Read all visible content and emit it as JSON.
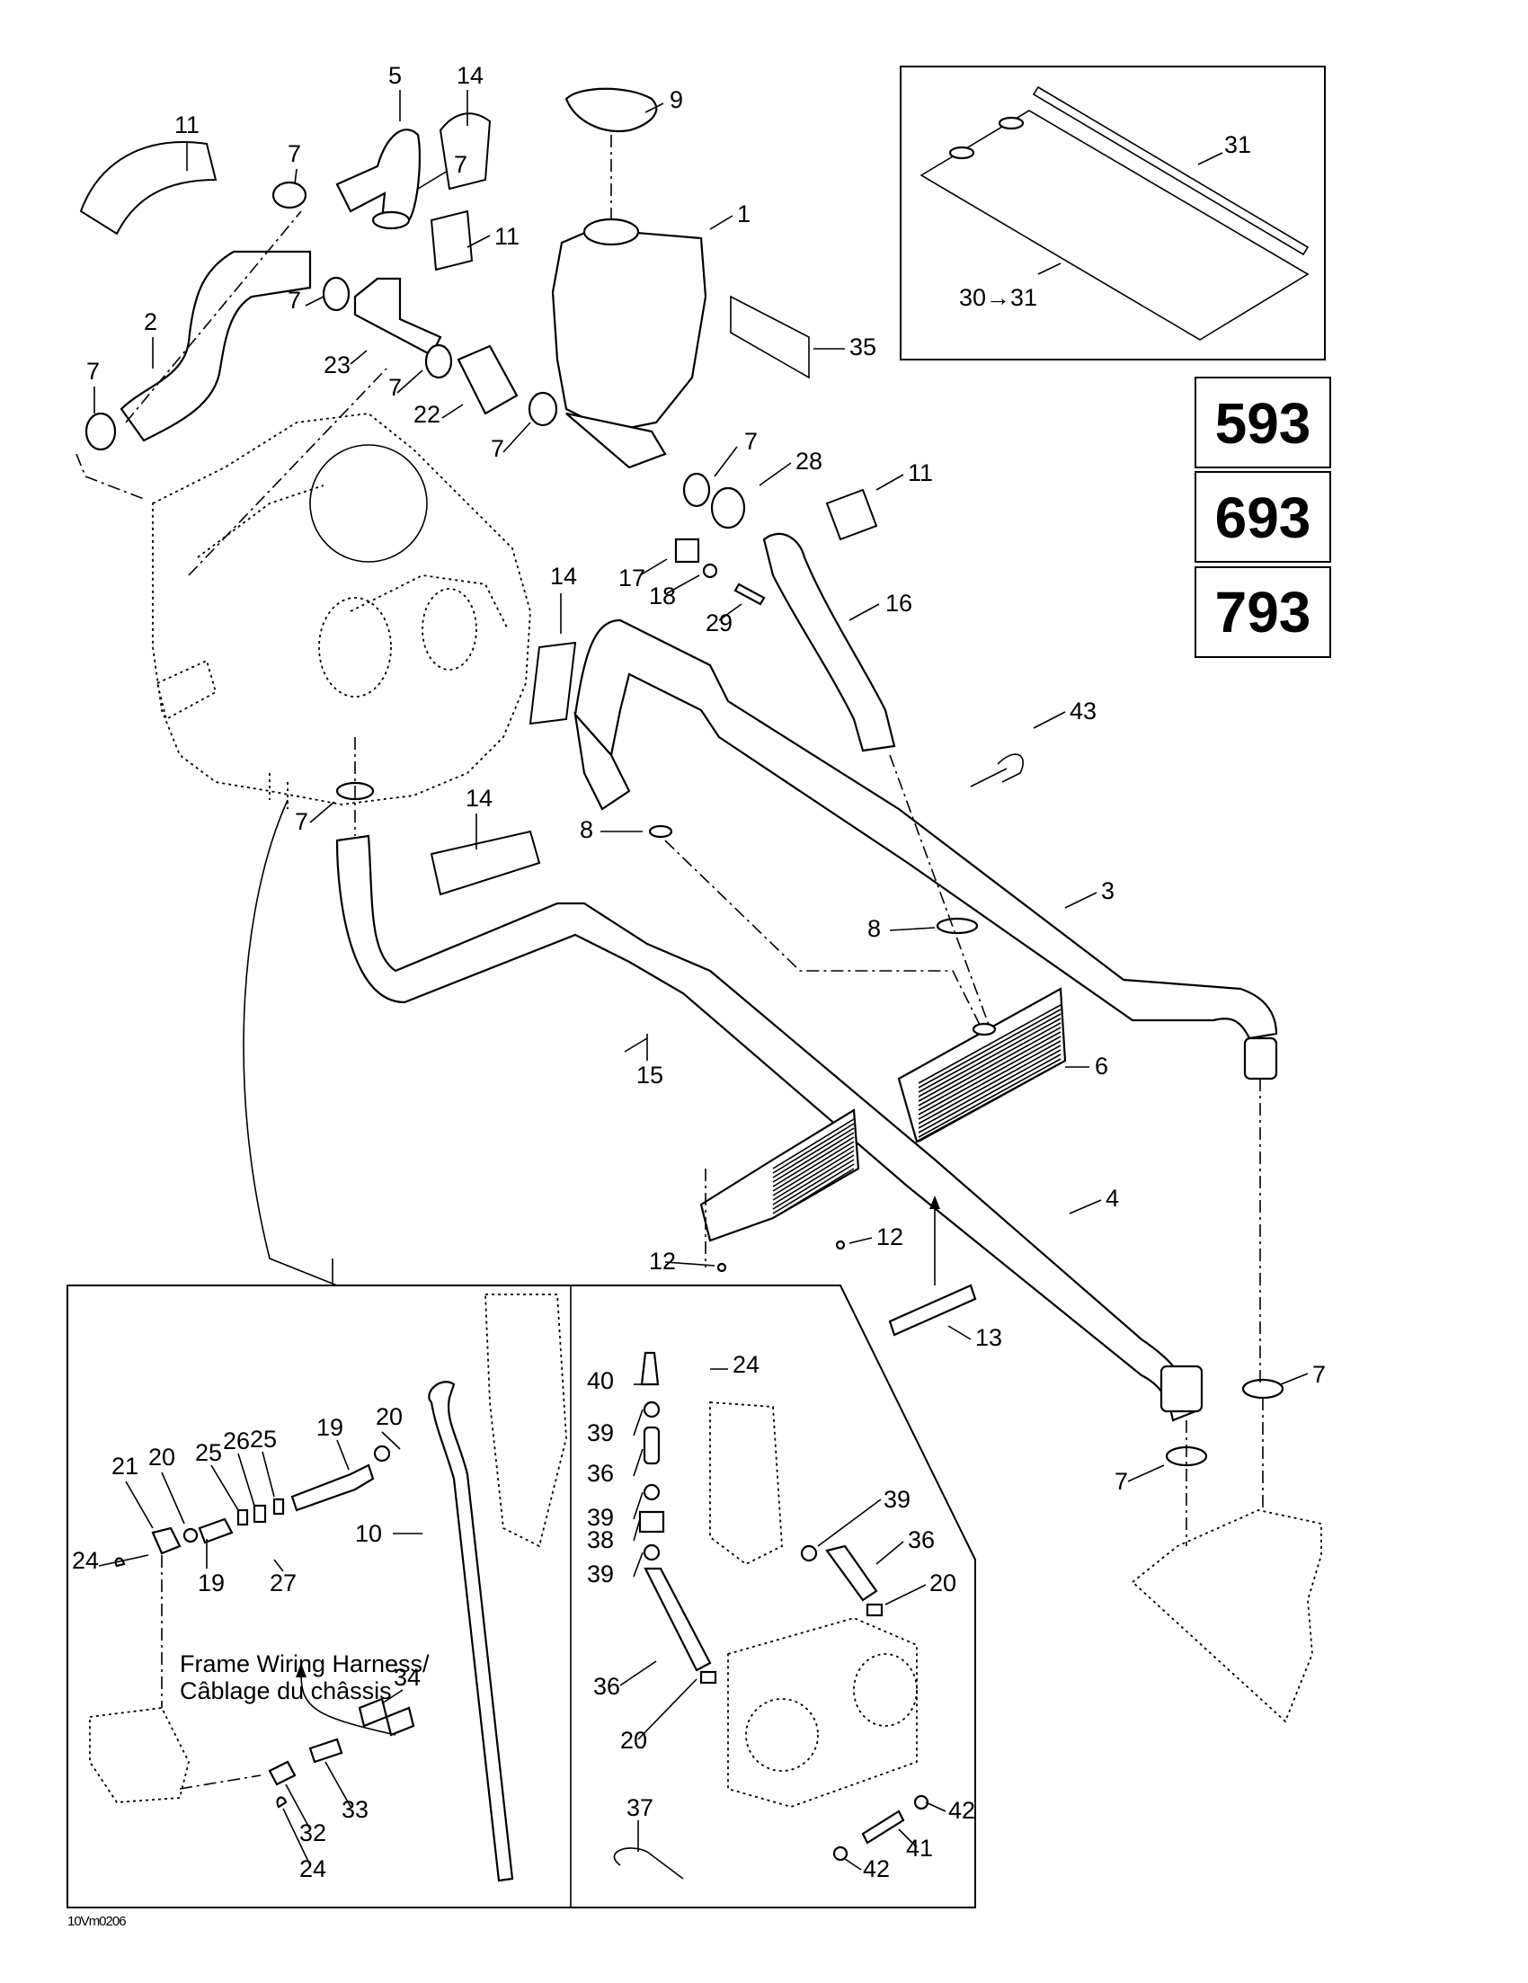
{
  "diagram": {
    "title": "Cooling system parts diagram",
    "drawing_code": "10Vm0206",
    "model_badges": [
      "593",
      "693",
      "793"
    ],
    "caption_line1": "Frame Wiring Harness/",
    "caption_line2": "Câblage du châssis",
    "inset_top_right_arrow_label": "30→31",
    "callouts": {
      "c11a": "11",
      "c5": "5",
      "c14a": "14",
      "c9": "9",
      "c7a": "7",
      "c7b": "7",
      "c11b": "11",
      "c1": "1",
      "c2": "2",
      "c7c": "7",
      "c23": "23",
      "c7d": "7",
      "c35": "35",
      "c22": "22",
      "c7e": "7",
      "c7f": "7",
      "c7g": "7",
      "c28": "28",
      "c11c": "11",
      "c17": "17",
      "c18": "18",
      "c29": "29",
      "c14b": "14",
      "c16": "16",
      "c43": "43",
      "c14c": "14",
      "c7h": "7",
      "c8a": "8",
      "c8b": "8",
      "c3": "3",
      "c15": "15",
      "c6": "6",
      "c4": "4",
      "c12a": "12",
      "c12b": "12",
      "c13": "13",
      "c7i": "7",
      "c7j": "7",
      "c31": "31",
      "i20a": "20",
      "i19a": "19",
      "i25a": "25",
      "i26": "26",
      "i25b": "25",
      "i21": "21",
      "i20b": "20",
      "i24a": "24",
      "i19b": "19",
      "i27": "27",
      "i10": "10",
      "i34": "34",
      "i33": "33",
      "i32": "32",
      "i24b": "24",
      "i40": "40",
      "i24c": "24",
      "i39a": "39",
      "i36a": "36",
      "i39b": "39",
      "i38": "38",
      "i39c": "39",
      "i39d": "39",
      "i36b": "36",
      "i20c": "20",
      "i36c": "36",
      "i20d": "20",
      "i37": "37",
      "i41": "41",
      "i42a": "42",
      "i42b": "42"
    }
  }
}
